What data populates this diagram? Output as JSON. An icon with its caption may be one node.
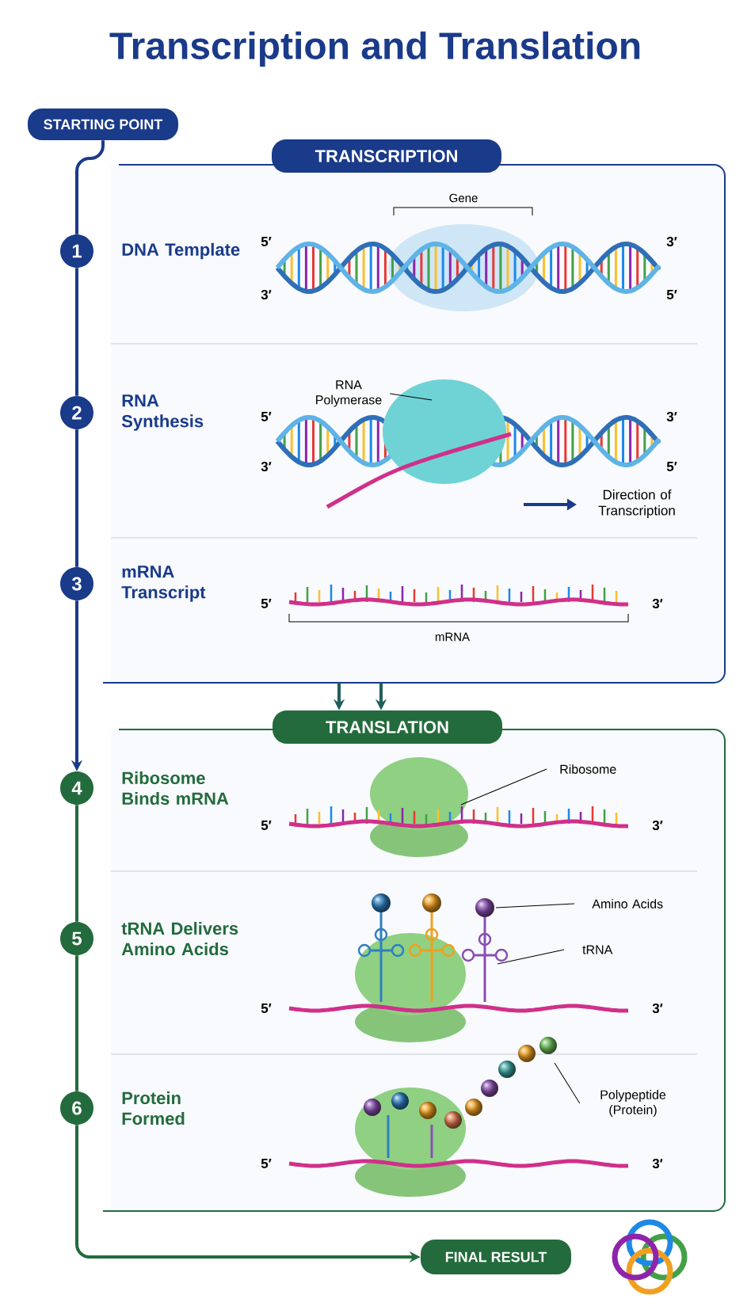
{
  "diagram": {
    "title": "Transcription and Translation",
    "nodes": [
      {
        "text": [
          "STARTING POINT"
        ]
      },
      {
        "text": [
          "TRANSCRIPTION"
        ]
      },
      {
        "text": [
          "1"
        ],
        "beside": [
          "DNA Template"
        ]
      },
      {
        "text": [
          "2"
        ],
        "beside": [
          "RNA Synthesis"
        ]
      },
      {
        "text": [
          "3"
        ],
        "beside": [
          "mRNA Transcript"
        ]
      },
      {
        "text": [
          "TRANSLATION"
        ]
      },
      {
        "text": [
          "4"
        ],
        "beside": [
          "Ribosome Binds mRNA"
        ]
      },
      {
        "text": [
          "5"
        ],
        "beside": [
          "tRNA Delivers Amino Acids"
        ]
      },
      {
        "text": [
          "6"
        ],
        "beside": [
          "Protein Formed"
        ]
      },
      {
        "text": [
          "FINAL RESULT"
        ]
      },
      {
        "text": [
          "RNA Polymerase"
        ],
        "in": 1
      },
      {
        "text": [
          "Ribosome"
        ],
        "in": 5
      },
      {
        "text": [
          "Amino Acids"
        ],
        "in": 5
      },
      {
        "text": [
          "tRNA"
        ],
        "in": 5
      },
      {
        "text": [
          "Polypeptide (Protein)"
        ],
        "in": 5
      }
    ],
    "edges": [
      {
        "from": 0,
        "to": 2,
        "arrow": "none",
        "color": "#1a3a8a"
      },
      {
        "from": 2,
        "to": 3,
        "arrow": "none",
        "color": "#1a3a8a"
      },
      {
        "from": 3,
        "to": 4,
        "arrow": "none",
        "color": "#1a3a8a"
      },
      {
        "from": 4,
        "to": 6,
        "arrow": "to",
        "color": "#1a3a8a"
      },
      {
        "from": 6,
        "to": 7,
        "arrow": "none",
        "color": "#236b3c"
      },
      {
        "from": 7,
        "to": 8,
        "arrow": "none",
        "color": "#236b3c"
      },
      {
        "from": 8,
        "to": 9,
        "arrow": "to",
        "color": "#236b3c"
      },
      {
        "from": 1,
        "to": 5,
        "arrow": "to",
        "color": "#1f5f5b"
      },
      {
        "from": 1,
        "to": 5,
        "arrow": "to",
        "color": "#1f5f5b"
      },
      {
        "from": 10,
        "to": null,
        "arrow": "none"
      },
      {
        "from": 11,
        "to": null,
        "arrow": "none"
      },
      {
        "from": 12,
        "to": null,
        "arrow": "none"
      },
      {
        "from": 13,
        "to": null,
        "arrow": "none"
      },
      {
        "from": 14,
        "to": null,
        "arrow": "none"
      }
    ],
    "labels": [
      "Gene",
      "5′",
      "3′",
      "3′",
      "5′",
      "5′",
      "3′",
      "3′",
      "5′",
      "Direction of Transcription",
      "5′",
      "3′",
      "mRNA",
      "5′",
      "3′",
      "5′",
      "3′",
      "5′",
      "3′"
    ]
  }
}
